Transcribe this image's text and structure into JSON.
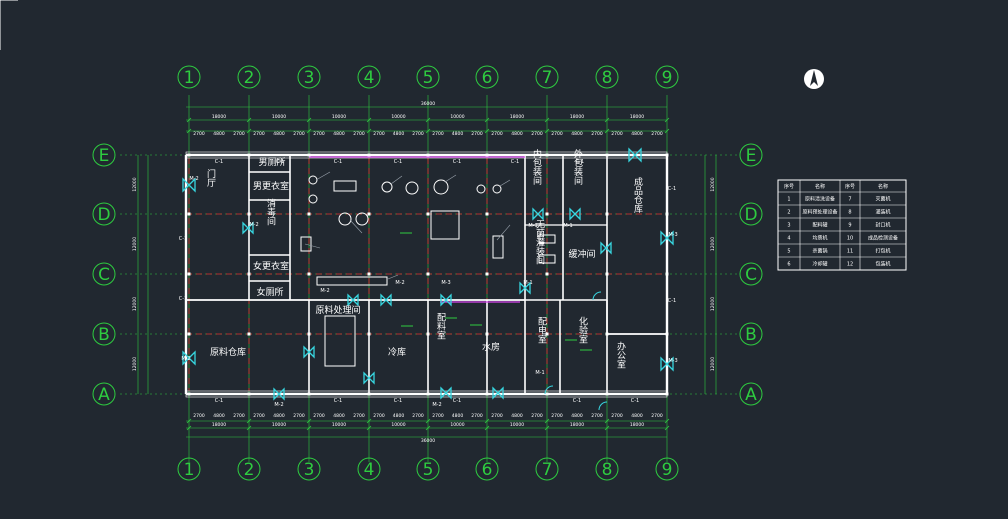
{
  "drawing": {
    "colors": {
      "background": "#212830",
      "wall": "#ffffff",
      "axis_line": "#e03030",
      "dimension": "#2ecc40",
      "equipment": "#ffffff",
      "door": "#37d6e0",
      "window": "#37d6e0",
      "accent_magenta": "#d946ef",
      "legend_border": "#ffffff"
    },
    "axis_columns": [
      "1",
      "2",
      "3",
      "4",
      "5",
      "6",
      "7",
      "8",
      "9"
    ],
    "axis_rows": [
      "E",
      "D",
      "C",
      "B",
      "A"
    ],
    "overall_dimension": "36000",
    "top_dims": [
      "18000",
      "10000",
      "10000",
      "10000",
      "10000",
      "18000"
    ],
    "bottom_dims": [
      "18000",
      "10000",
      "10000",
      "10000",
      "10000",
      "10000",
      "18000"
    ],
    "left_dims": [
      "12000",
      "12000",
      "12000",
      "12000"
    ],
    "right_dims": [
      "12000",
      "12000",
      "12000",
      "12000"
    ],
    "rooms": {
      "r1": "男厕所",
      "r2": "男更衣室",
      "r3": "门厅",
      "r4": "消毒间",
      "r5": "女更衣室",
      "r6": "女厕所",
      "r7": "原料处理间",
      "r8": "原料仓库",
      "r9": "冷库",
      "r10": "配料室",
      "r11": "水房",
      "r12": "配电室",
      "r13": "化验室",
      "r14": "办公室",
      "r15": "内包装间",
      "r16": "外包装间",
      "r17": "成品仓库",
      "r18": "无菌灌装间",
      "r19": "缓冲间"
    },
    "tags": {
      "c1": "C-1",
      "m1": "M-1",
      "m2": "M-2",
      "m3": "M-3"
    },
    "legend": {
      "headers": [
        "序号",
        "名称",
        "序号",
        "名称"
      ],
      "rows": [
        [
          "1",
          "原料清洗设备",
          "7",
          "灭菌机"
        ],
        [
          "2",
          "原料预处理设备",
          "8",
          "灌装机"
        ],
        [
          "3",
          "配料罐",
          "9",
          "封口机"
        ],
        [
          "4",
          "均质机",
          "10",
          "成品检测设备"
        ],
        [
          "5",
          "杀菌锅",
          "11",
          "打包机"
        ],
        [
          "6",
          "冷却罐",
          "12",
          "包装机"
        ]
      ]
    },
    "north": "N"
  }
}
